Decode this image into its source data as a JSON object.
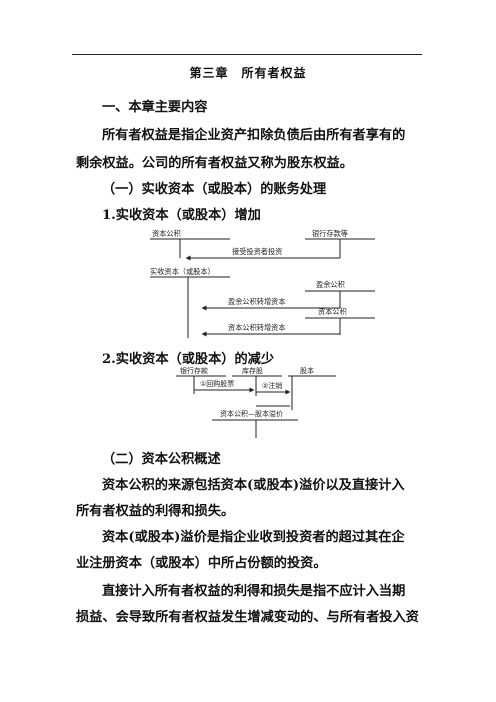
{
  "chapter_title": "第三章　所有者权益",
  "sec1": "一、本章主要内容",
  "p1a": "所有者权益是指企业资产扣除负债后由所有者享有的",
  "p1b": "剩余权益。公司的所有者权益又称为股东权益。",
  "sec_a": "（一）实收资本（或股本）的账务处理",
  "sub1": "1.实收资本（或股本）增加",
  "d1": {
    "acct_capital_reserve": "资本公积",
    "acct_bank": "银行存款等",
    "flow_investment": "接受投资者投资",
    "acct_paid_in": "实收资本（或股本）",
    "acct_surplus": "盈余公积",
    "flow_surplus": "盈余公积转增资本",
    "acct_capital_reserve2": "资本公积",
    "flow_capital": "资本公积转增资本"
  },
  "sub2": "2.实收资本（或股本）的减少",
  "d2": {
    "acct_bank": "银行存款",
    "acct_treasury": "库存股",
    "acct_share": "股本",
    "flow_buyback": "①回购股票",
    "flow_cancel": "②注销",
    "acct_premium": "资本公积—股本溢价"
  },
  "sec_b": "（二）资本公积概述",
  "p2a": "资本公积的来源包括资本(或股本)溢价以及直接计入",
  "p2b": "所有者权益的利得和损失。",
  "p3a": "资本(或股本)溢价是指企业收到投资者的超过其在企",
  "p3b": "业注册资本（或股本）中所占份额的投资。",
  "p4a": "直接计入所有者权益的利得和损失是指不应计入当期",
  "p4b": "损益、会导致所有者权益发生增减变动的、与所有者投入资"
}
